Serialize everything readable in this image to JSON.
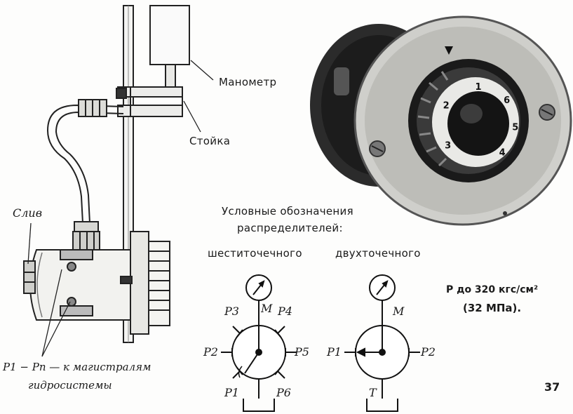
{
  "labels": {
    "manometer": "Манометр",
    "stand": "Стойка",
    "drain": "Слив",
    "lines_1": "P1 − Pn — к магистралям",
    "lines_2": "гидросистемы"
  },
  "legend": {
    "title_1": "Условные обозначения",
    "title_2": "распределителей:",
    "six_point": "шеститочечного",
    "two_point": "двухточечного"
  },
  "six_port": {
    "gauge": "M",
    "ports": [
      "P1",
      "P2",
      "P3",
      "P4",
      "P5",
      "P6"
    ]
  },
  "two_port": {
    "gauge": "M",
    "ports": [
      "P1",
      "P2"
    ],
    "drain": "T"
  },
  "dial_numbers": [
    "1",
    "2",
    "3",
    "4",
    "5",
    "6"
  ],
  "pressure": {
    "line1": "P до 320 кгс/см²",
    "line2": "(32 МПа)."
  },
  "page_number": "37"
}
